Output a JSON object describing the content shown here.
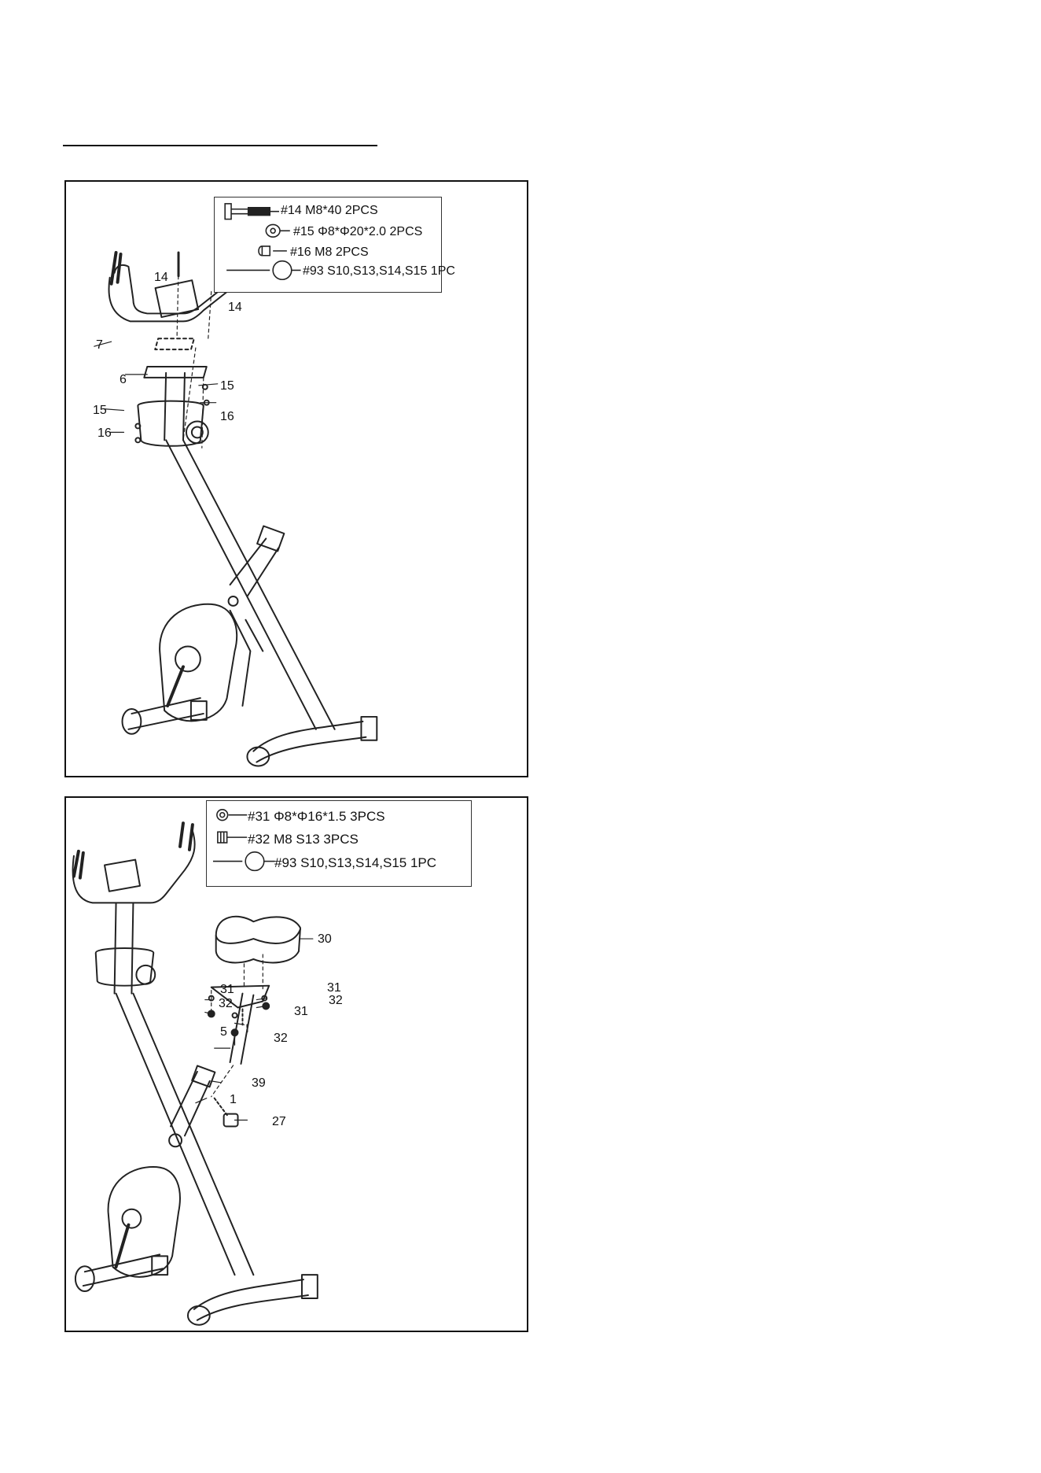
{
  "panel_1": {
    "legend": [
      {
        "id": "14",
        "text": "#14 M8*40 2PCS",
        "icon": "bolt-icon"
      },
      {
        "id": "15",
        "text": "#15  Φ8*Φ20*2.0  2PCS",
        "icon": "washer-icon"
      },
      {
        "id": "16",
        "text": "#16 M8  2PCS",
        "icon": "cap-nut-icon"
      },
      {
        "id": "93",
        "text": "#93 S10,S13,S14,S15  1PC",
        "icon": "multi-wrench-icon"
      }
    ],
    "callouts": [
      "14",
      "14",
      "7",
      "6",
      "15",
      "15",
      "16",
      "16"
    ]
  },
  "panel_2": {
    "legend": [
      {
        "id": "31",
        "text": "#31 Φ8*Φ16*1.5  3PCS",
        "icon": "washer-icon"
      },
      {
        "id": "32",
        "text": "#32 M8 S13 3PCS",
        "icon": "nut-icon"
      },
      {
        "id": "93",
        "text": "#93 S10,S13,S14,S15  1PC",
        "icon": "multi-wrench-icon"
      }
    ],
    "callouts": [
      "30",
      "31",
      "32",
      "31",
      "32",
      "31",
      "5",
      "32",
      "39",
      "1",
      "27"
    ]
  }
}
